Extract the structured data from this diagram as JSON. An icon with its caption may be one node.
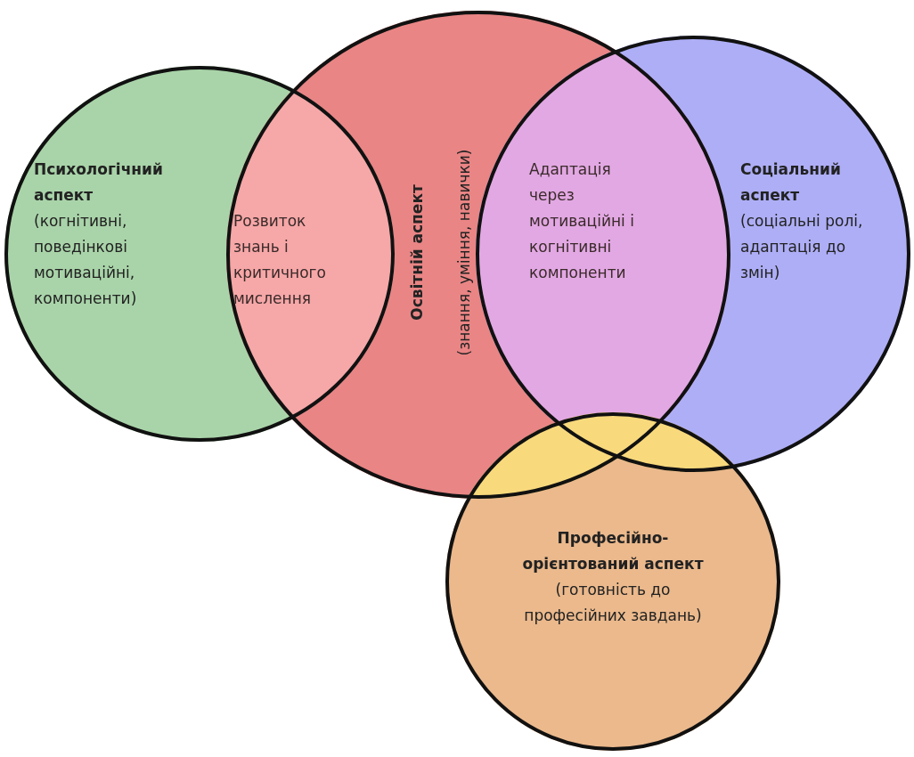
{
  "diagram": {
    "nodes": [
      {
        "text": [
          "Психологічний аспект",
          "(когнітивні, поведінкові мотиваційні, компоненти)"
        ]
      },
      {
        "text": [
          "Освітній аспект",
          "(знання, уміння, навички)"
        ]
      },
      {
        "text": [
          "Соціальний аспект",
          "(соціальні ролі, адаптація до змін)"
        ]
      },
      {
        "text": [
          "Професійно-орієнтований аспект",
          "(готовність до професійних завдань)"
        ]
      }
    ],
    "labels": [
      "Розвиток знань і критичного мислення",
      "Адаптація через мотиваційні і когнітивні компоненти"
    ]
  }
}
